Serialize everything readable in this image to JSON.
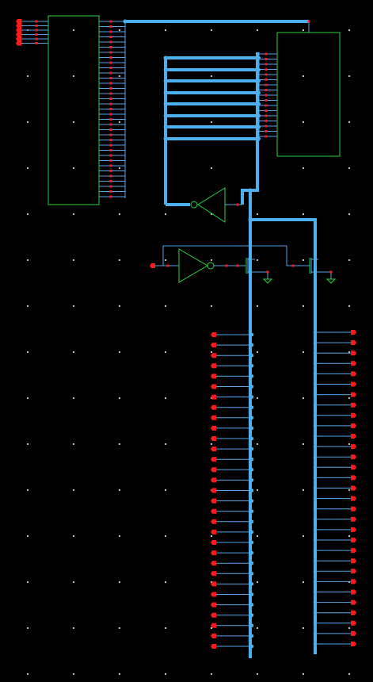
{
  "colors": {
    "background": "#000000",
    "grid_dot": "#ffffff",
    "bus_wire": "#4cb0f0",
    "thin_wire": "#5aa6e8",
    "component_outline": "#2bd23c",
    "pin_port": "#ff1a1a",
    "junction": "#4cb0f0"
  },
  "components": [
    {
      "kind": "block",
      "name": "memory-block-left"
    },
    {
      "kind": "block",
      "name": "memory-block-right"
    },
    {
      "kind": "inverter",
      "name": "inverter-top"
    },
    {
      "kind": "inverter",
      "name": "inverter-bottom"
    },
    {
      "kind": "transistor",
      "name": "transistor-left"
    },
    {
      "kind": "transistor",
      "name": "transistor-right"
    }
  ],
  "icons": [
    "grid-dot",
    "ground-symbol-icon",
    "pin-port-icon"
  ]
}
